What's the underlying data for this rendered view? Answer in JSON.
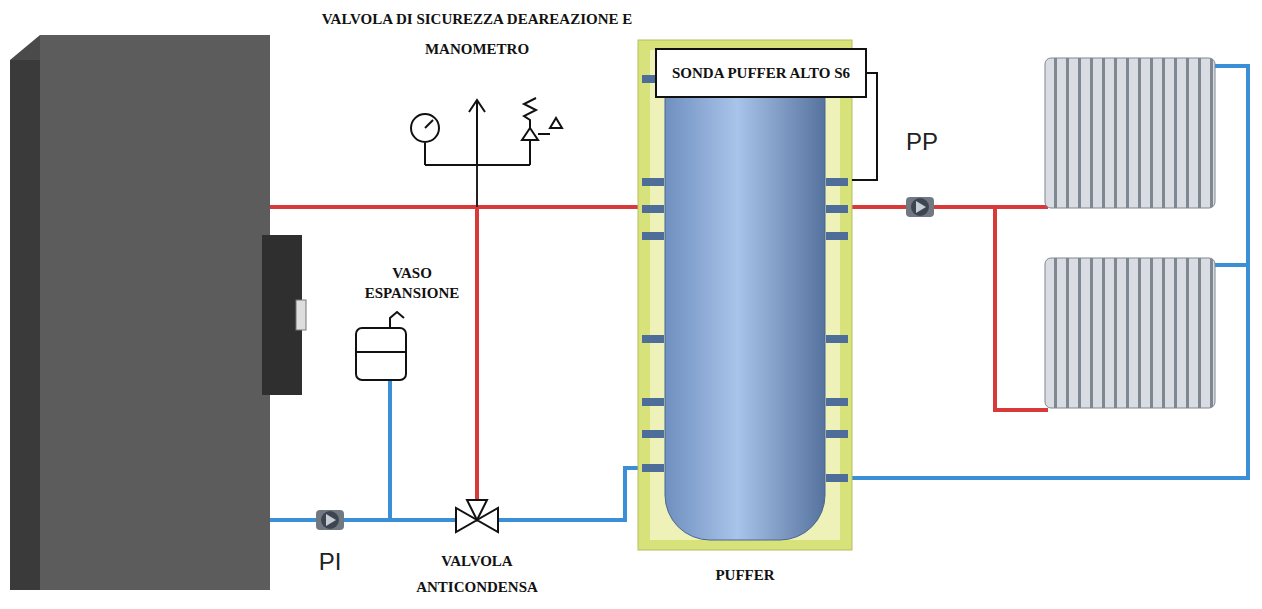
{
  "diagram": {
    "nodes": [
      {
        "text": [
          "SONDA PUFFER ALTO S6"
        ]
      },
      {
        "text": [
          "PUFFER"
        ]
      }
    ],
    "edges": [
      {
        "from": 0,
        "to": 1,
        "arrow": "none"
      }
    ],
    "labels": [
      "VALVOLA DI SICUREZZA DEAREAZIONE E MANOMETRO",
      "VASO ESPANSIONE",
      "PP",
      "PI",
      "VALVOLA ANTICONDENSA"
    ]
  }
}
